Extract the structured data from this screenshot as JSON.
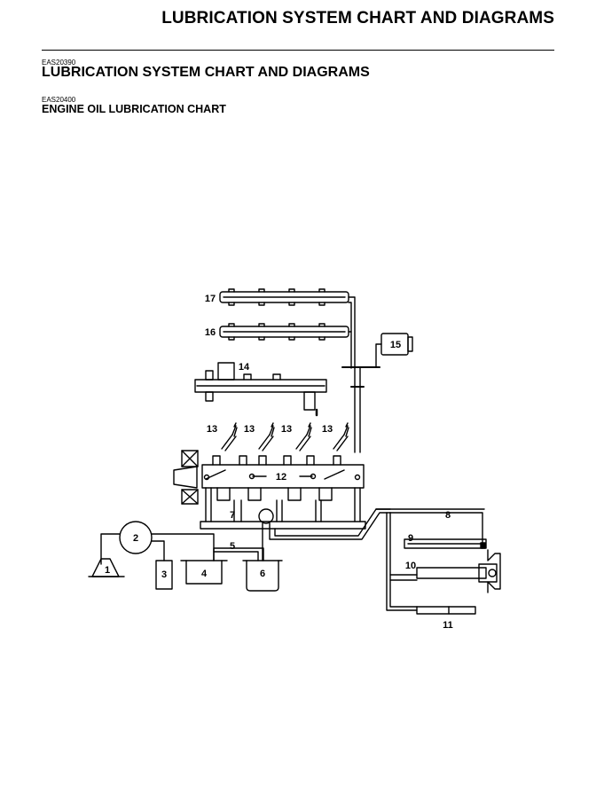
{
  "header": {
    "title": "LUBRICATION SYSTEM CHART AND DIAGRAMS"
  },
  "section": {
    "code": "EAS20390",
    "title": "LUBRICATION SYSTEM CHART AND DIAGRAMS"
  },
  "subsection": {
    "code": "EAS20400",
    "title": "ENGINE OIL LUBRICATION CHART"
  },
  "diagram": {
    "labels": {
      "l1": "1",
      "l2": "2",
      "l3": "3",
      "l4": "4",
      "l5": "5",
      "l6": "6",
      "l7": "7",
      "l8": "8",
      "l9": "9",
      "l10": "10",
      "l11": "11",
      "l12": "12",
      "l13a": "13",
      "l13b": "13",
      "l13c": "13",
      "l13d": "13",
      "l14": "14",
      "l15": "15",
      "l16": "16",
      "l17": "17"
    }
  }
}
